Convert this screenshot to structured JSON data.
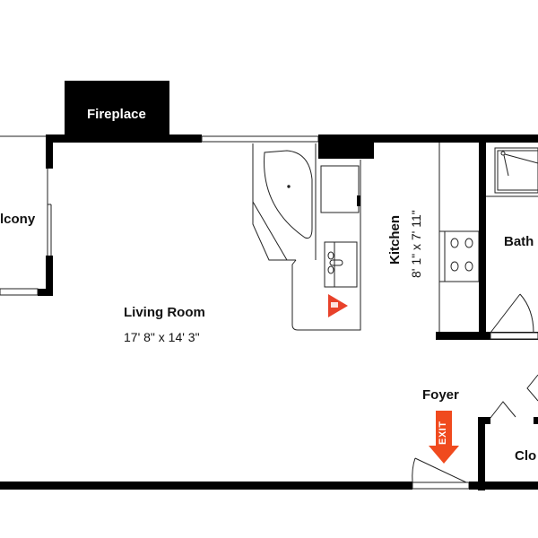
{
  "plan": {
    "rooms": [
      {
        "id": "living",
        "name": "Living Room",
        "dimensions": "17' 8\" x 14' 3\""
      },
      {
        "id": "kitchen",
        "name": "Kitchen",
        "dimensions": "8' 1\" x 7' 11\""
      },
      {
        "id": "bath",
        "name": "Bath"
      },
      {
        "id": "foyer",
        "name": "Foyer"
      },
      {
        "id": "balcony",
        "name": "lcony"
      },
      {
        "id": "closet",
        "name": "Clo"
      }
    ],
    "features": {
      "fireplace": "Fireplace",
      "exit": "EXIT"
    },
    "colors": {
      "wall": "#000000",
      "exit_accent": "#f04a1e",
      "hazard_accent": "#e8412a",
      "line": "#222222"
    }
  }
}
